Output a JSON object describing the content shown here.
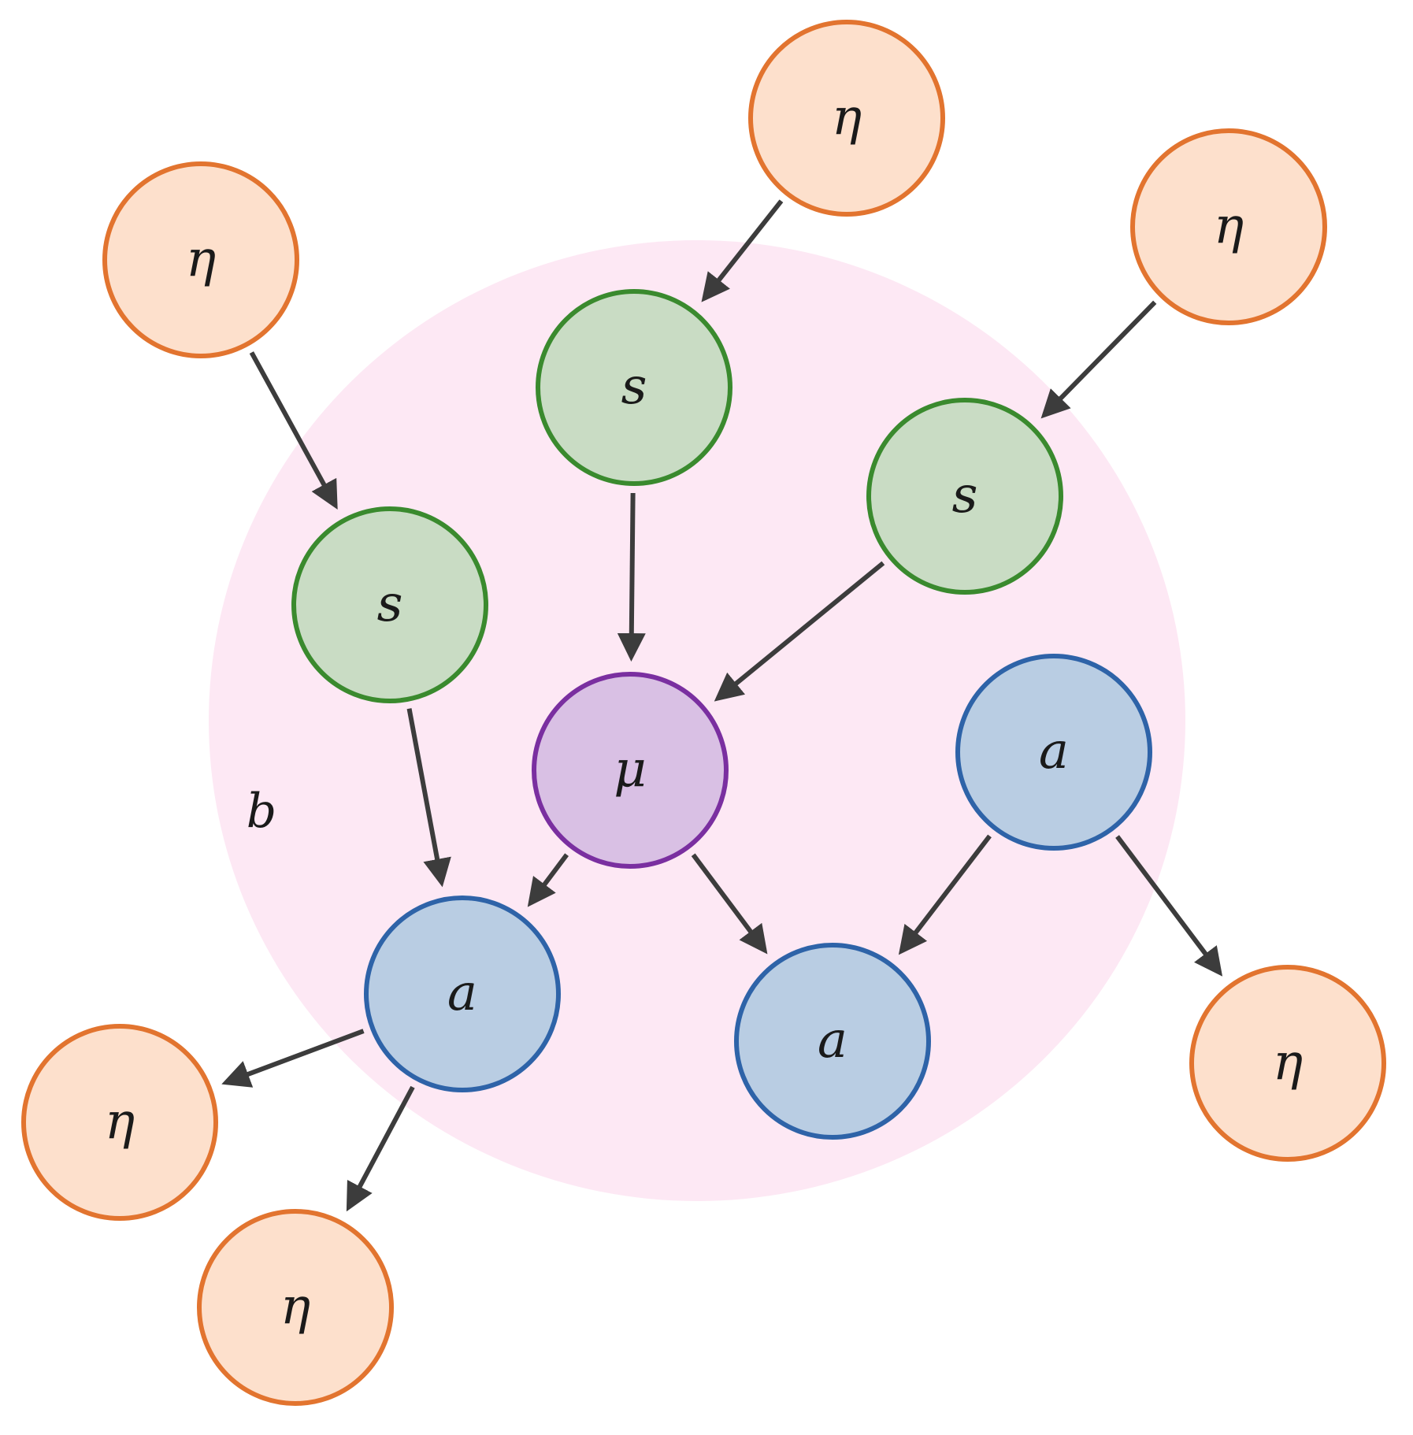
{
  "colors": {
    "eta": {
      "fill": "#fde0cc",
      "stroke": "#e2742f"
    },
    "s": {
      "fill": "#c9dcc4",
      "stroke": "#3a8a2e"
    },
    "mu": {
      "fill": "#d9c0e4",
      "stroke": "#7a2fa0"
    },
    "a": {
      "fill": "#b9cde3",
      "stroke": "#2e63a8"
    },
    "blanket": "#fde8f4",
    "edge": "#3c3c3c"
  },
  "blanket": {
    "label": "b"
  },
  "nodes": [
    {
      "id": "eta_top",
      "type": "eta",
      "label": "η"
    },
    {
      "id": "eta_topleft",
      "type": "eta",
      "label": "η"
    },
    {
      "id": "eta_topright",
      "type": "eta",
      "label": "η"
    },
    {
      "id": "s_center",
      "type": "s",
      "label": "s"
    },
    {
      "id": "s_right",
      "type": "s",
      "label": "s"
    },
    {
      "id": "s_left",
      "type": "s",
      "label": "s"
    },
    {
      "id": "mu",
      "type": "mu",
      "label": "μ"
    },
    {
      "id": "a_right",
      "type": "a",
      "label": "a"
    },
    {
      "id": "a_left",
      "type": "a",
      "label": "a"
    },
    {
      "id": "a_bottom",
      "type": "a",
      "label": "a"
    },
    {
      "id": "eta_left",
      "type": "eta",
      "label": "η"
    },
    {
      "id": "eta_bottom",
      "type": "eta",
      "label": "η"
    },
    {
      "id": "eta_right",
      "type": "eta",
      "label": "η"
    }
  ],
  "edges": [
    {
      "from": "eta_top",
      "to": "s_center"
    },
    {
      "from": "eta_topleft",
      "to": "s_left"
    },
    {
      "from": "eta_topright",
      "to": "s_right"
    },
    {
      "from": "s_center",
      "to": "mu"
    },
    {
      "from": "s_right",
      "to": "mu"
    },
    {
      "from": "s_left",
      "to": "a_left"
    },
    {
      "from": "mu",
      "to": "a_left"
    },
    {
      "from": "mu",
      "to": "a_bottom"
    },
    {
      "from": "a_right",
      "to": "a_bottom"
    },
    {
      "from": "a_right",
      "to": "eta_right"
    },
    {
      "from": "a_left",
      "to": "eta_left"
    },
    {
      "from": "a_left",
      "to": "eta_bottom"
    }
  ]
}
